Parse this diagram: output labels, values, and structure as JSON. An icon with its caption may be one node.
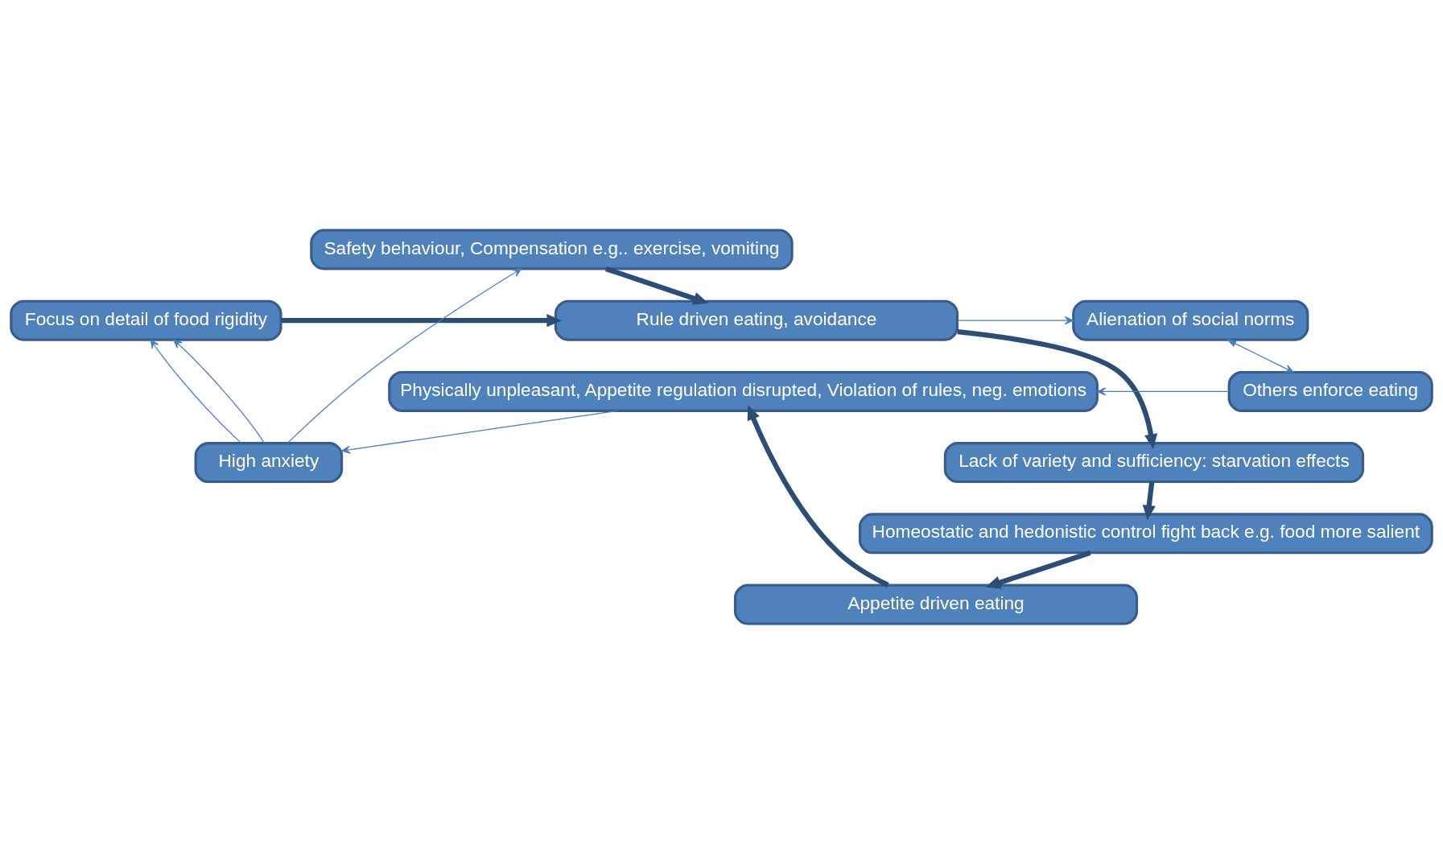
{
  "diagram": {
    "nodes": [
      {
        "text": [
          "Safety behaviour, Compensation e.g.. exercise, vomiting"
        ]
      },
      {
        "text": [
          "Alienation of social norms"
        ]
      },
      {
        "text": [
          "Rule driven eating, avoidance"
        ]
      },
      {
        "text": [
          "Focus on detail of food rigidity"
        ]
      },
      {
        "text": [
          "Lack of variety and sufficiency: starvation effects"
        ]
      },
      {
        "text": [
          "High anxiety"
        ]
      },
      {
        "text": [
          "Homeostatic and hedonistic control fight back e.g. food more salient"
        ]
      },
      {
        "text": [
          "Appetite driven eating"
        ]
      },
      {
        "text": [
          "Others enforce eating"
        ]
      },
      {
        "text": [
          "Physically unpleasant, Appetite regulation disrupted, Violation of rules, neg. emotions"
        ]
      }
    ],
    "edges": [
      {
        "from": 0,
        "to": 2,
        "arrow": "to",
        "style": "thick",
        "color": "#2c4d75"
      },
      {
        "from": 2,
        "to": 4,
        "arrow": "to",
        "style": "thick",
        "color": "#2c4d75"
      },
      {
        "from": 4,
        "to": 6,
        "arrow": "to",
        "style": "thick",
        "color": "#2c4d75"
      },
      {
        "from": 6,
        "to": 7,
        "arrow": "to",
        "style": "thick",
        "color": "#2c4d75"
      },
      {
        "from": 7,
        "to": 9,
        "arrow": "to",
        "style": "thick",
        "color": "#2c4d75"
      },
      {
        "from": 3,
        "to": 2,
        "arrow": "to",
        "style": "thick",
        "color": "#2c4d75"
      },
      {
        "from": 2,
        "to": 1,
        "arrow": "to"
      },
      {
        "from": 1,
        "to": 8,
        "arrow": "both"
      },
      {
        "from": 8,
        "to": 9,
        "arrow": "to"
      },
      {
        "from": 9,
        "to": 5,
        "arrow": "to"
      },
      {
        "from": 5,
        "to": 3,
        "arrow": "to"
      },
      {
        "from": 5,
        "to": 3,
        "arrow": "to"
      },
      {
        "from": 5,
        "to": 0,
        "arrow": "to"
      }
    ]
  }
}
